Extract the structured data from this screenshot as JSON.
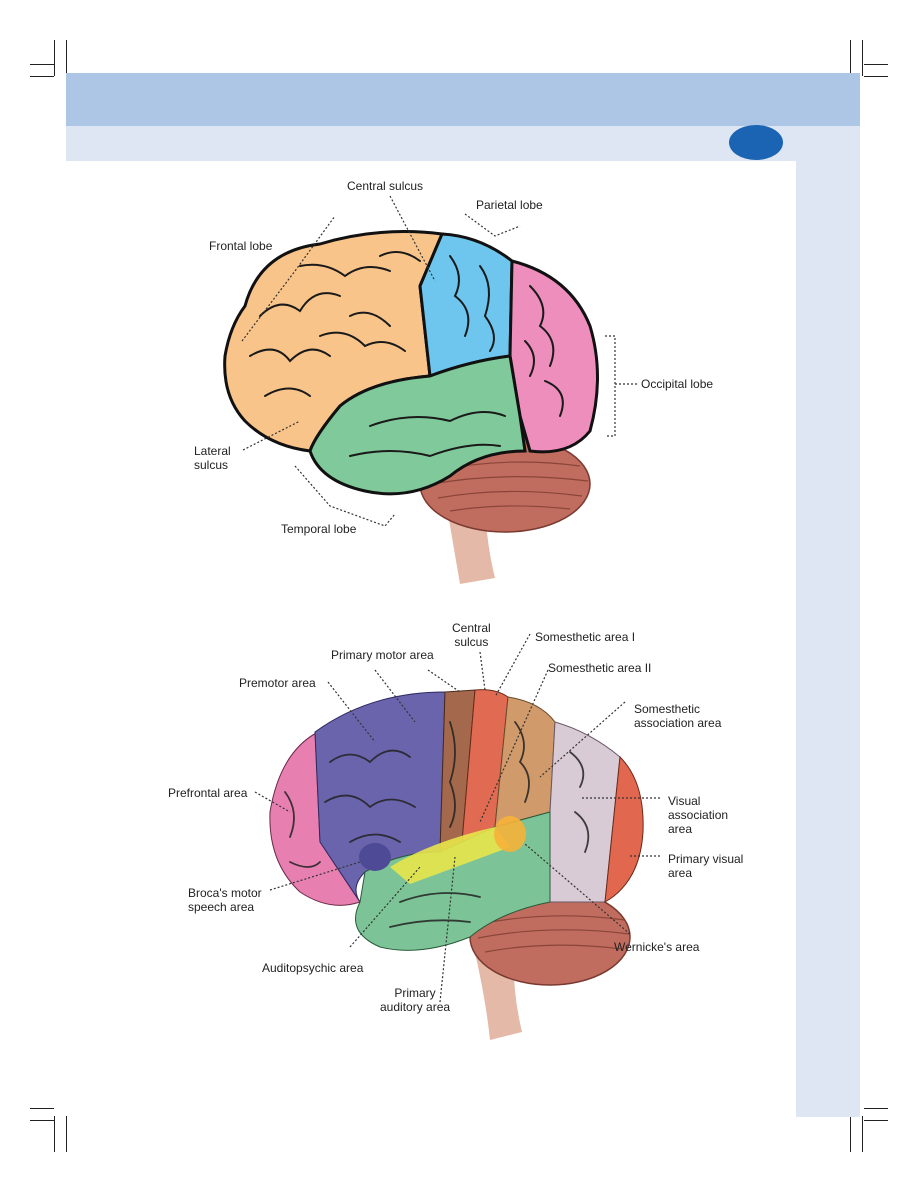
{
  "figure_top": {
    "labels": {
      "central_sulcus": "Central sulcus",
      "parietal_lobe": "Parietal lobe",
      "frontal_lobe": "Frontal lobe",
      "occipital_lobe": "Occipital lobe",
      "lateral_sulcus_line1": "Lateral",
      "lateral_sulcus_line2": "sulcus",
      "temporal_lobe": "Temporal lobe"
    },
    "colors": {
      "frontal": "#f9c48a",
      "parietal": "#6ec6ee",
      "occipital": "#ee8ebc",
      "temporal": "#7fc99a",
      "cerebellum": "#c06d5f",
      "brainstem": "#e5b9a8"
    }
  },
  "figure_bottom": {
    "labels": {
      "central_sulcus_line1": "Central",
      "central_sulcus_line2": "sulcus",
      "somesthetic_area_1": "Somesthetic area I",
      "somesthetic_area_2": "Somesthetic area II",
      "primary_motor_area": "Primary motor area",
      "premotor_area": "Premotor area",
      "somesthetic_assoc_line1": "Somesthetic",
      "somesthetic_assoc_line2": "association area",
      "prefrontal_area": "Prefrontal area",
      "visual_assoc_line1": "Visual",
      "visual_assoc_line2": "association",
      "visual_assoc_line3": "area",
      "primary_visual_line1": "Primary visual",
      "primary_visual_line2": "area",
      "broca_line1": "Broca's motor",
      "broca_line2": "speech area",
      "wernicke": "Wernicke's area",
      "auditopsychic": "Auditopsychic area",
      "primary_auditory_line1": "Primary",
      "primary_auditory_line2": "auditory area"
    },
    "colors": {
      "prefrontal": "#e780b0",
      "premotor": "#6a64ad",
      "primary_motor": "#a4684c",
      "somesthetic_1": "#e16b52",
      "somesthetic_2": "#d19a6a",
      "somesthetic_assoc": "#d9cbd6",
      "primary_visual": "#e1684f",
      "temporal": "#7cc497",
      "auditory": "#e8e64a",
      "wernicke": "#f6b33a",
      "cerebellum": "#c06d5f",
      "brainstem": "#e5b9a8"
    }
  },
  "page": {
    "header_color": "#adc6e6",
    "band_color": "#dfe6f3",
    "badge_color": "#1b63b3"
  }
}
